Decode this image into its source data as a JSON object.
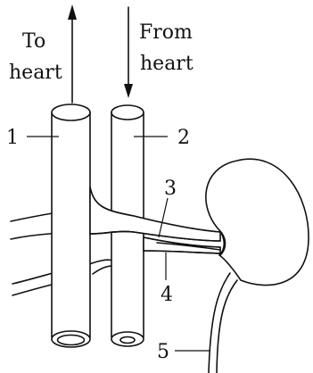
{
  "arrows": {
    "to_heart_line1": "To",
    "to_heart_line2": "heart",
    "from_heart_line1": "From",
    "from_heart_line2": "heart"
  },
  "labels": {
    "n1": "1",
    "n2": "2",
    "n3": "3",
    "n4": "4",
    "n5": "5"
  }
}
